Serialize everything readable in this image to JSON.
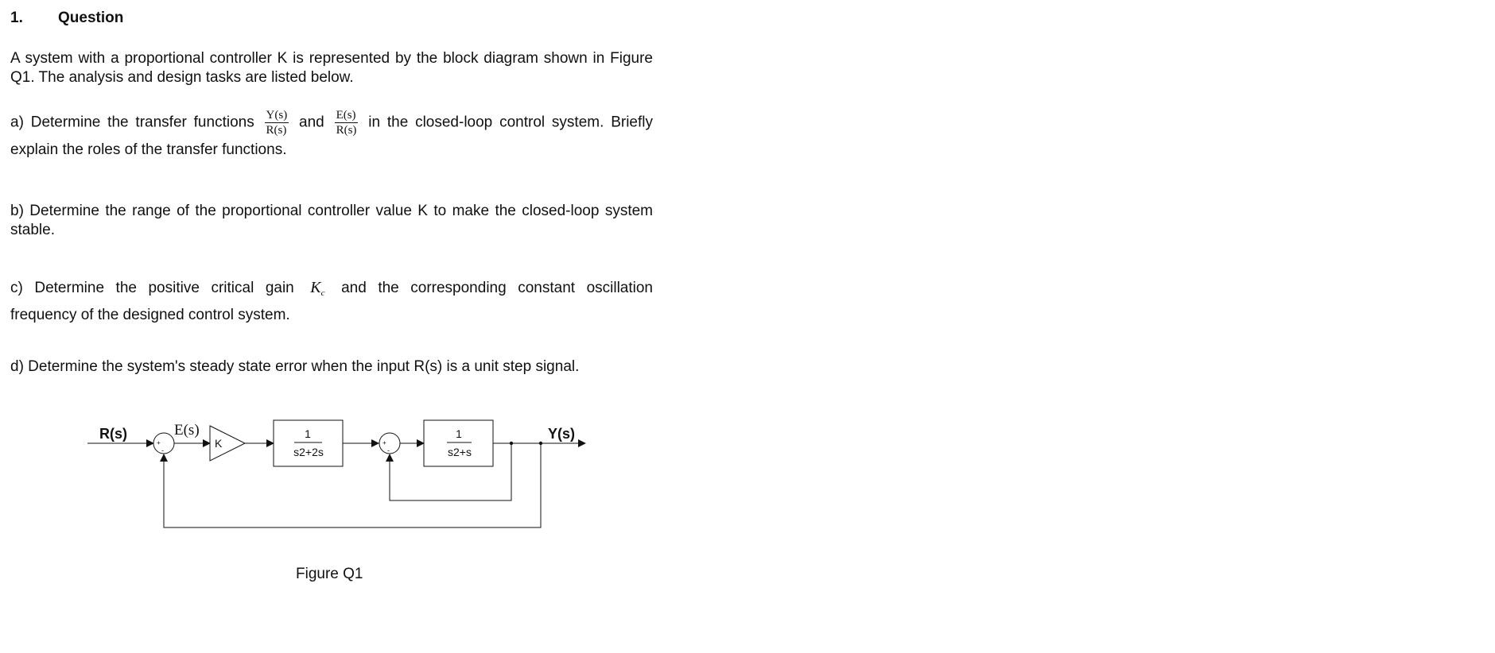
{
  "question": {
    "number": "1.",
    "title": "Question"
  },
  "intro": "A system with a proportional controller K is represented by the block diagram shown in Figure Q1. The analysis and design tasks are listed below.",
  "part_a": {
    "before": "a) Determine the transfer functions",
    "frac1_num": "Y(s)",
    "frac1_den": "R(s)",
    "middle": "and",
    "frac2_num": "E(s)",
    "frac2_den": "R(s)",
    "after": "in the closed-loop control system. Briefly",
    "line2": "explain the roles of the transfer functions."
  },
  "part_b": "b) Determine the range of the proportional controller value K to make the closed-loop system stable.",
  "part_c": {
    "before": "c) Determine the positive critical gain",
    "symbol": "K",
    "symbol_sub": "c",
    "after": "and the corresponding constant oscillation",
    "line2": "frequency of the designed control system."
  },
  "part_d": "d) Determine the system's steady state error when the input R(s) is a unit step signal.",
  "diagram": {
    "input_label": "R(s)",
    "error_label": "E(s)",
    "gain_label": "K",
    "block1_num": "1",
    "block1_den": "s2+2s",
    "block2_num": "1",
    "block2_den": "s2+s",
    "output_label": "Y(s)",
    "sum_plus": "+",
    "sum_minus": "-"
  },
  "figure_caption": "Figure Q1"
}
